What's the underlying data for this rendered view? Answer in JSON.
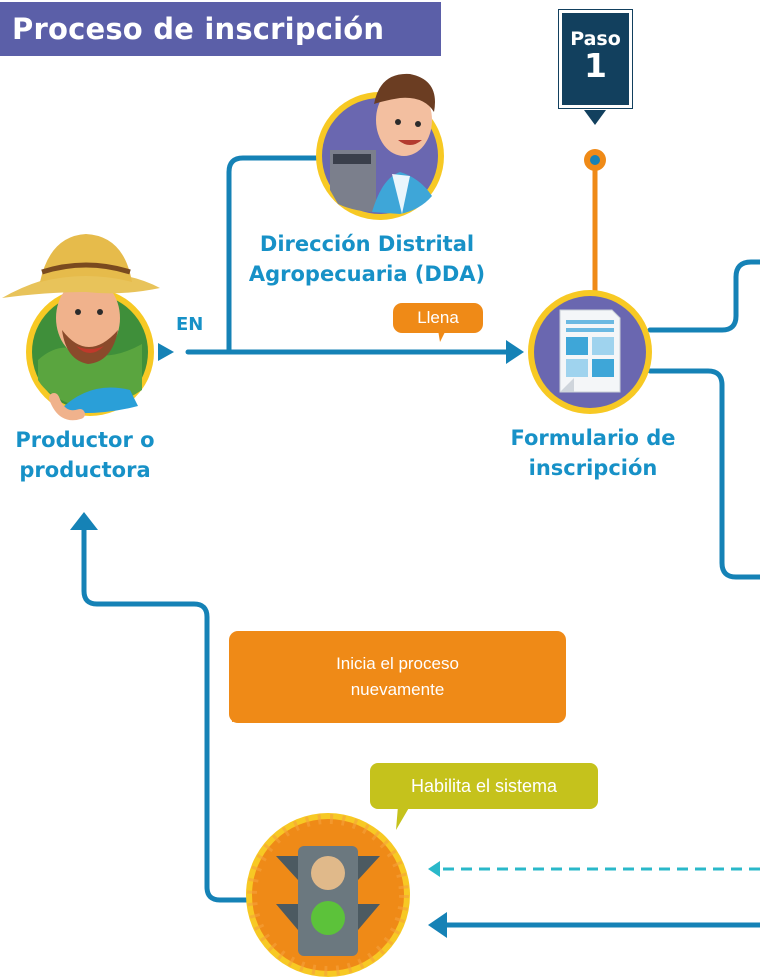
{
  "title": "Proceso de inscripción",
  "step": {
    "label": "Paso",
    "number": "1"
  },
  "nodes": {
    "dda": {
      "line1": "Dirección Distrital",
      "line2": "Agropecuaria (DDA)"
    },
    "producer": {
      "line1": "Productor o",
      "line2": "productora"
    },
    "form": {
      "line1": "Formulario de",
      "line2": "inscripción"
    }
  },
  "connectors": {
    "en": "EN"
  },
  "bubbles": {
    "llena": "Llena",
    "inicia_line1": "Inicia el proceso",
    "inicia_line2": "nuevamente",
    "habilita": "Habilita el sistema"
  },
  "colors": {
    "title_bg": "#5b5fa8",
    "step_bg": "#12405e",
    "flow_line": "#1582b6",
    "step_line": "#ef8a17",
    "label_text": "#1791c7",
    "bubble_orange": "#ef8a17",
    "bubble_olive": "#c5c21c",
    "dashed_line": "#2ab8c9"
  }
}
